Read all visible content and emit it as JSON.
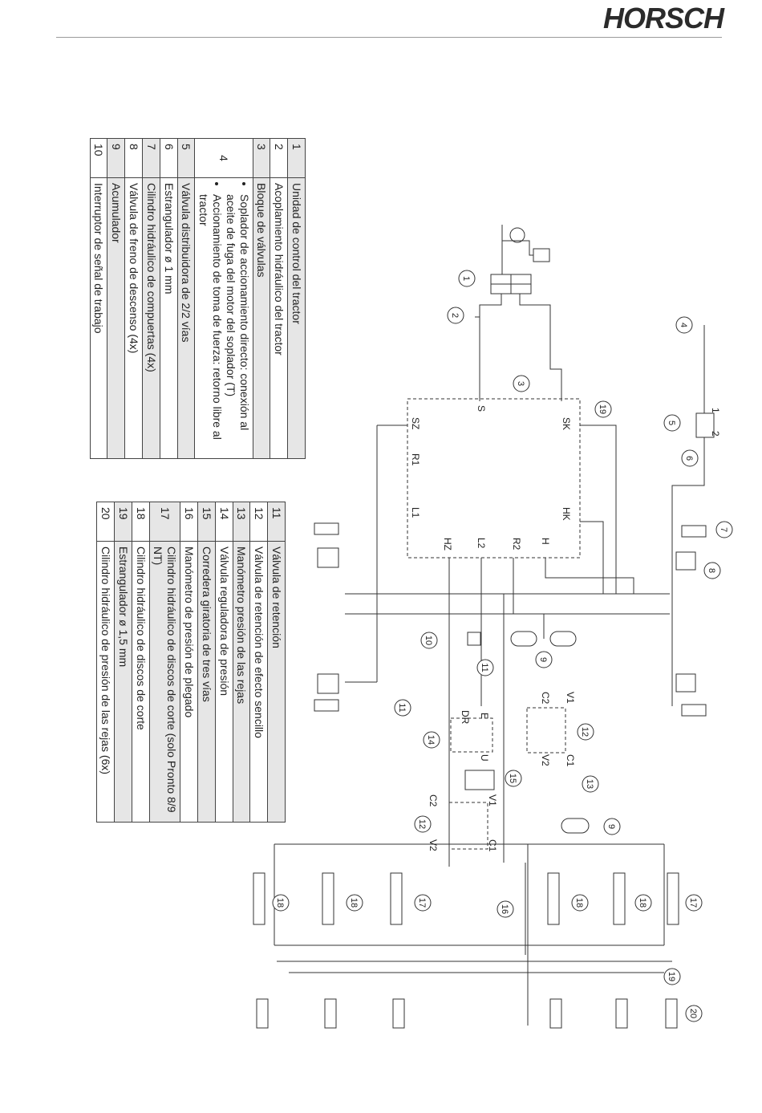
{
  "brand": "HORSCH",
  "legend1": [
    {
      "num": "1",
      "text": "Unidad de control del tractor",
      "shade": true
    },
    {
      "num": "2",
      "text": "Acoplamiento hidráulico del tractor",
      "shade": false
    },
    {
      "num": "3",
      "text": "Bloque de válvulas",
      "shade": true
    },
    {
      "num": "4",
      "bullets": [
        "Soplador de accionamiento directo: conexión al aceite de fuga del motor del soplador (T)",
        "Accionamiento de toma de fuerza: retorno libre al tractor"
      ],
      "shade": false
    },
    {
      "num": "5",
      "text": "Válvula distribuidora de 2/2 vías",
      "shade": true
    },
    {
      "num": "6",
      "text": "Estrangulador ø 1 mm",
      "shade": false
    },
    {
      "num": "7",
      "text": "Cilindro hidráulico de compuertas (4x)",
      "shade": true
    },
    {
      "num": "8",
      "text": "Válvula de freno de descenso (4x)",
      "shade": false
    },
    {
      "num": "9",
      "text": "Acumulador",
      "shade": true
    },
    {
      "num": "10",
      "text": "Interruptor de señal de trabajo",
      "shade": false
    }
  ],
  "legend2": [
    {
      "num": "11",
      "text": "Válvula de retención",
      "shade": true
    },
    {
      "num": "12",
      "text": "Válvula de retención de efecto sencillo",
      "shade": false
    },
    {
      "num": "13",
      "text": "Manómetro presión de las rejas",
      "shade": true
    },
    {
      "num": "14",
      "text": "Válvula reguladora de presión",
      "shade": false
    },
    {
      "num": "15",
      "text": "Corredera giratoria de tres vías",
      "shade": true
    },
    {
      "num": "16",
      "text": "Manómetro de presión de plegado",
      "shade": false
    },
    {
      "num": "17",
      "text": "Cilindro hidráulico de discos de corte (solo Pronto 8/9 NT)",
      "shade": true
    },
    {
      "num": "18",
      "text": "Cilindro hidráulico de discos de corte",
      "shade": false
    },
    {
      "num": "19",
      "text": "Estrangulador ø 1,5 mm",
      "shade": true
    },
    {
      "num": "20",
      "text": "Cilindro hidráulico de presión de las rejas (6x)",
      "shade": false
    }
  ],
  "block_ports": {
    "s": "S",
    "sk": "SK",
    "sz": "SZ",
    "r1": "R1",
    "l1": "L1",
    "hk": "HK",
    "h": "H",
    "r2": "R2",
    "l2": "L2",
    "hz": "HZ"
  },
  "valve_ports": {
    "v1": "V1",
    "c2": "C2",
    "c1": "C1",
    "v2": "V2",
    "e": "E",
    "dr": "DR",
    "u": "U",
    "p1": "1",
    "p2": "2"
  },
  "callouts": [
    "1",
    "2",
    "3",
    "4",
    "5",
    "6",
    "7",
    "8",
    "9",
    "10",
    "11",
    "12",
    "13",
    "14",
    "15",
    "16",
    "17",
    "18",
    "19",
    "20"
  ]
}
